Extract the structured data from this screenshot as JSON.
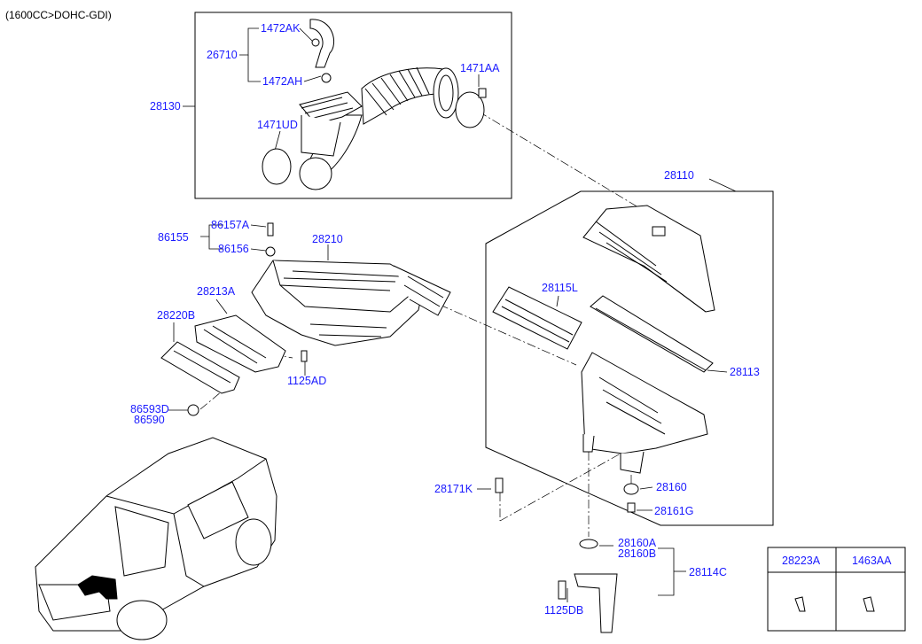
{
  "caption": "(1600CC>DOHC-GDI)",
  "colors": {
    "part_number": "#1a1aff",
    "line": "#000000",
    "highlight": "#000000"
  },
  "parts": {
    "p28130": "28130",
    "p26710": "26710",
    "p1472AK": "1472AK",
    "p1472AH": "1472AH",
    "p1471UD": "1471UD",
    "p1471AA": "1471AA",
    "p28110": "28110",
    "p86155": "86155",
    "p86157A": "86157A",
    "p86156": "86156",
    "p28210": "28210",
    "p28213A": "28213A",
    "p28220B": "28220B",
    "p1125AD": "1125AD",
    "p86593D": "86593D",
    "p86590": "86590",
    "p28115L": "28115L",
    "p28113": "28113",
    "p28171K": "28171K",
    "p28160": "28160",
    "p28161G": "28161G",
    "p28160A": "28160A",
    "p28160B": "28160B",
    "p28114C": "28114C",
    "p1125DB": "1125DB"
  },
  "table": {
    "col1": "28223A",
    "col2": "1463AA"
  }
}
